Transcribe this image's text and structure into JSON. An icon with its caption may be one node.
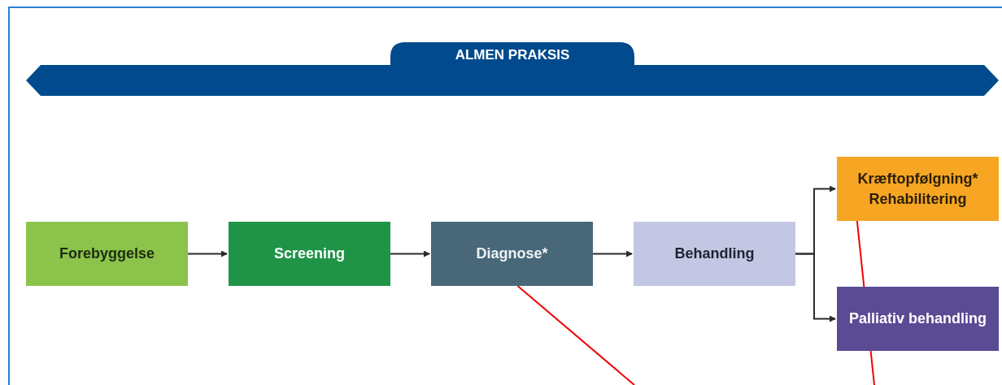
{
  "diagram": {
    "nodes": [
      {
        "text": [
          "ALMEN PRAKSIS"
        ]
      },
      {
        "text": [
          "Forebyggelse"
        ]
      },
      {
        "text": [
          "Screening"
        ]
      },
      {
        "text": [
          "Diagnose*"
        ]
      },
      {
        "text": [
          "Behandling"
        ]
      },
      {
        "text": [
          "Kræftopfølgning* Rehabilitering"
        ]
      },
      {
        "text": [
          "Palliativ behandling"
        ]
      }
    ],
    "edges": [
      {
        "from": 1,
        "to": 2,
        "arrow": "to"
      },
      {
        "from": 2,
        "to": 3,
        "arrow": "to"
      },
      {
        "from": 3,
        "to": 4,
        "arrow": "to"
      },
      {
        "from": 4,
        "to": 5,
        "arrow": "to"
      },
      {
        "from": 4,
        "to": 6,
        "arrow": "to"
      },
      {
        "from": null,
        "to": 3,
        "arrow": "none",
        "color": "#ee0000"
      },
      {
        "from": null,
        "to": 5,
        "arrow": "none",
        "color": "#ee0000"
      }
    ]
  }
}
